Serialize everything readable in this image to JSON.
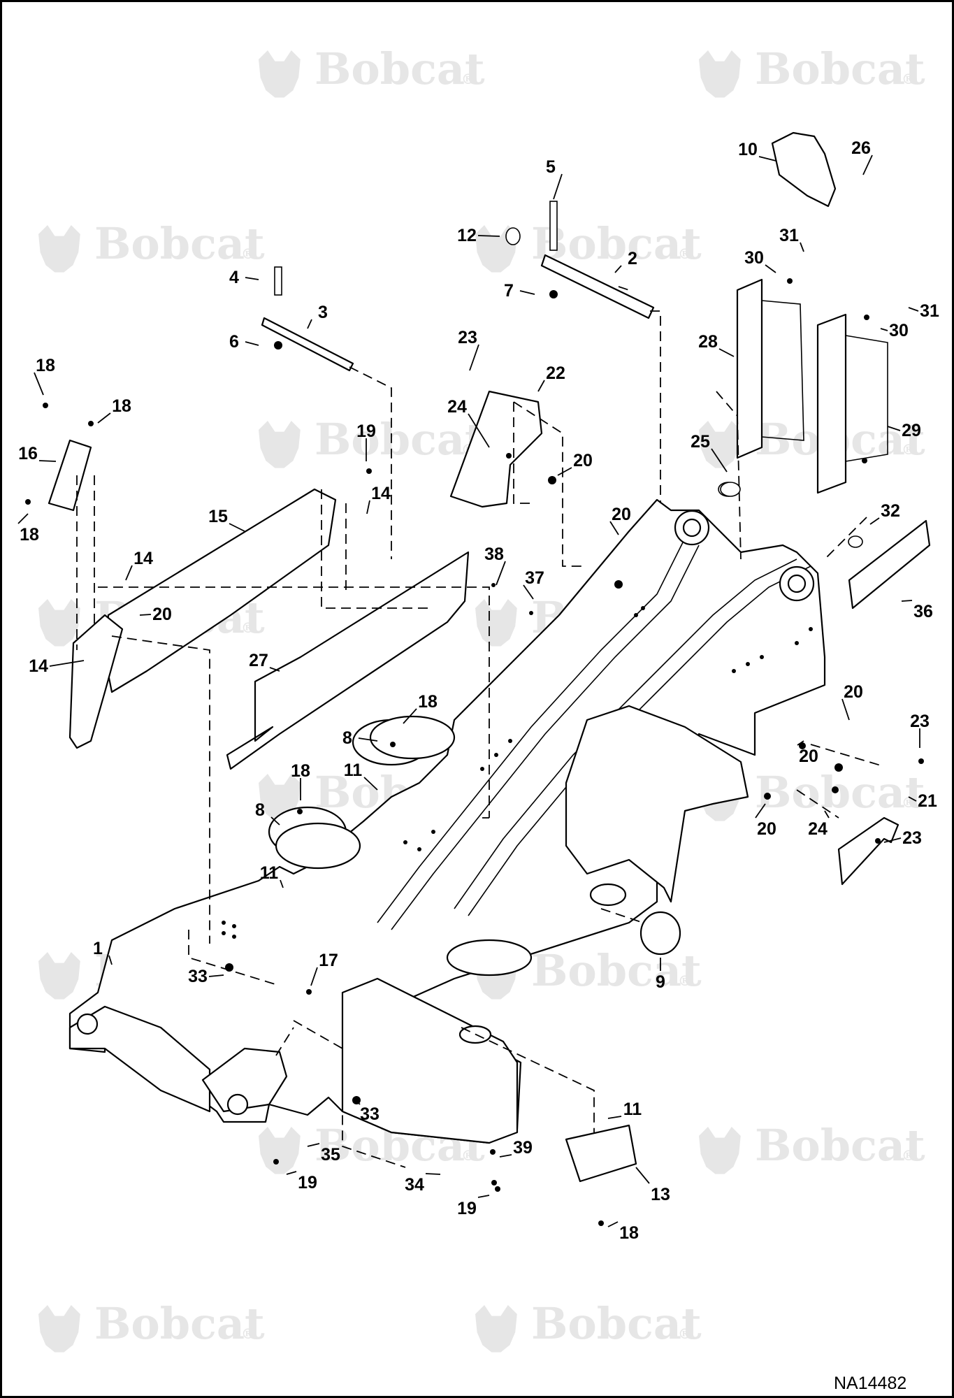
{
  "watermark": {
    "brand": "Bobcat",
    "registered": "®",
    "logo_icon": "bobcat-head-logo"
  },
  "drawing_number": "NA14482",
  "callouts": [
    {
      "label": "1"
    },
    {
      "label": "2"
    },
    {
      "label": "3"
    },
    {
      "label": "4"
    },
    {
      "label": "5"
    },
    {
      "label": "6"
    },
    {
      "label": "7"
    },
    {
      "label": "8"
    },
    {
      "label": "8"
    },
    {
      "label": "9"
    },
    {
      "label": "10"
    },
    {
      "label": "11"
    },
    {
      "label": "11"
    },
    {
      "label": "11"
    },
    {
      "label": "12"
    },
    {
      "label": "13"
    },
    {
      "label": "14"
    },
    {
      "label": "14"
    },
    {
      "label": "14"
    },
    {
      "label": "15"
    },
    {
      "label": "16"
    },
    {
      "label": "17"
    },
    {
      "label": "18"
    },
    {
      "label": "18"
    },
    {
      "label": "18"
    },
    {
      "label": "18"
    },
    {
      "label": "18"
    },
    {
      "label": "18"
    },
    {
      "label": "19"
    },
    {
      "label": "19"
    },
    {
      "label": "19"
    },
    {
      "label": "20"
    },
    {
      "label": "20"
    },
    {
      "label": "20"
    },
    {
      "label": "20"
    },
    {
      "label": "20"
    },
    {
      "label": "20"
    },
    {
      "label": "21"
    },
    {
      "label": "22"
    },
    {
      "label": "23"
    },
    {
      "label": "23"
    },
    {
      "label": "23"
    },
    {
      "label": "24"
    },
    {
      "label": "24"
    },
    {
      "label": "25"
    },
    {
      "label": "26"
    },
    {
      "label": "27"
    },
    {
      "label": "28"
    },
    {
      "label": "29"
    },
    {
      "label": "30"
    },
    {
      "label": "30"
    },
    {
      "label": "31"
    },
    {
      "label": "31"
    },
    {
      "label": "32"
    },
    {
      "label": "33"
    },
    {
      "label": "33"
    },
    {
      "label": "34"
    },
    {
      "label": "35"
    },
    {
      "label": "36"
    },
    {
      "label": "37"
    },
    {
      "label": "38"
    },
    {
      "label": "39"
    }
  ]
}
